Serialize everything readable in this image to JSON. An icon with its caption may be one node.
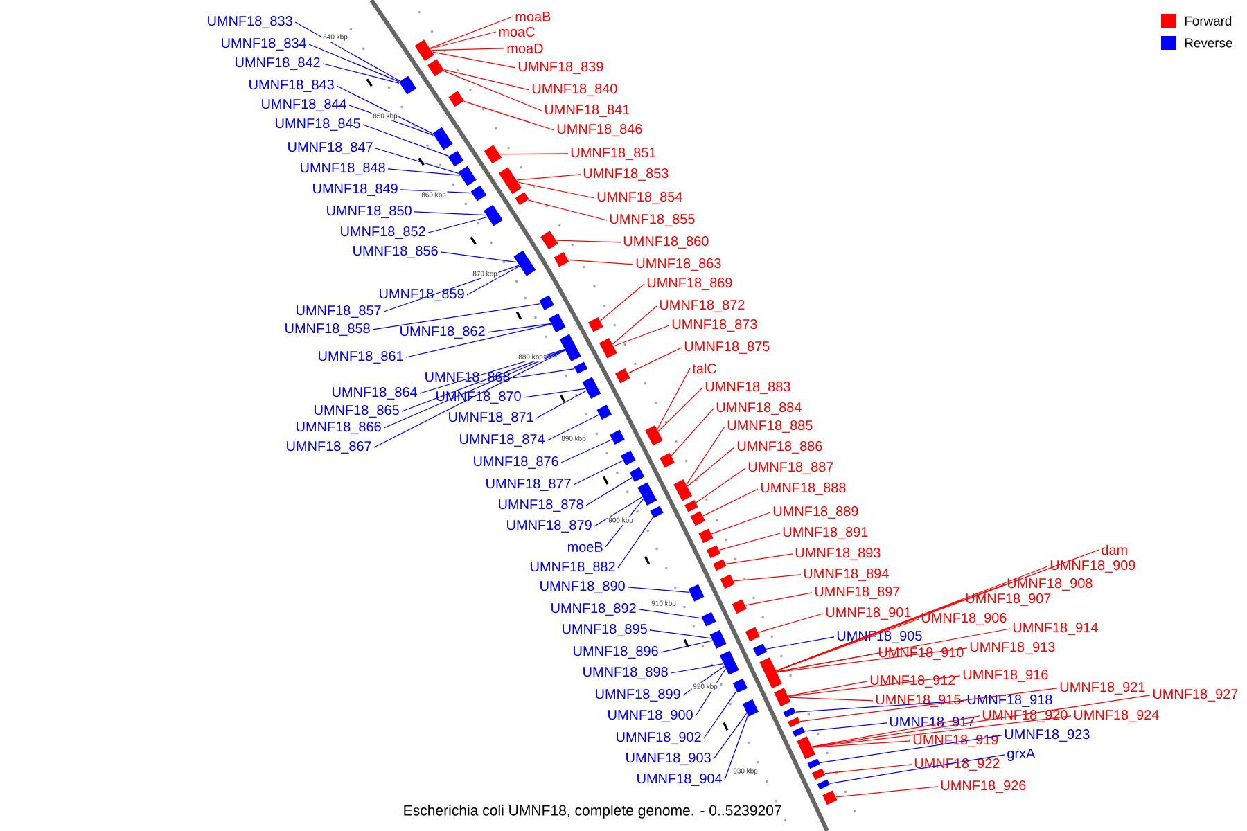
{
  "diagram": {
    "caption": "Escherichia coli UMNF18, complete genome. - 0..5239207",
    "nodes": [
      {
        "text": [
          "UMNF18_833"
        ]
      },
      {
        "text": [
          "UMNF18_834"
        ]
      },
      {
        "text": [
          "UMNF18_842"
        ]
      },
      {
        "text": [
          "UMNF18_843"
        ]
      },
      {
        "text": [
          "UMNF18_844"
        ]
      },
      {
        "text": [
          "UMNF18_845"
        ]
      },
      {
        "text": [
          "UMNF18_847"
        ]
      },
      {
        "text": [
          "UMNF18_848"
        ]
      },
      {
        "text": [
          "UMNF18_849"
        ]
      },
      {
        "text": [
          "UMNF18_850"
        ]
      },
      {
        "text": [
          "UMNF18_852"
        ]
      },
      {
        "text": [
          "UMNF18_856"
        ]
      },
      {
        "text": [
          "UMNF18_859"
        ]
      },
      {
        "text": [
          "UMNF18_857"
        ]
      },
      {
        "text": [
          "UMNF18_858"
        ]
      },
      {
        "text": [
          "UMNF18_862"
        ]
      },
      {
        "text": [
          "UMNF18_861"
        ]
      },
      {
        "text": [
          "UMNF18_868"
        ]
      },
      {
        "text": [
          "UMNF18_864"
        ]
      },
      {
        "text": [
          "UMNF18_870"
        ]
      },
      {
        "text": [
          "UMNF18_865"
        ]
      },
      {
        "text": [
          "UMNF18_866"
        ]
      },
      {
        "text": [
          "UMNF18_867"
        ]
      },
      {
        "text": [
          "UMNF18_871"
        ]
      },
      {
        "text": [
          "UMNF18_874"
        ]
      },
      {
        "text": [
          "UMNF18_876"
        ]
      },
      {
        "text": [
          "UMNF18_877"
        ]
      },
      {
        "text": [
          "UMNF18_878"
        ]
      },
      {
        "text": [
          "UMNF18_879"
        ]
      },
      {
        "text": [
          "moeB"
        ]
      },
      {
        "text": [
          "UMNF18_882"
        ]
      },
      {
        "text": [
          "UMNF18_890"
        ]
      },
      {
        "text": [
          "UMNF18_892"
        ]
      },
      {
        "text": [
          "UMNF18_895"
        ]
      },
      {
        "text": [
          "UMNF18_896"
        ]
      },
      {
        "text": [
          "UMNF18_898"
        ]
      },
      {
        "text": [
          "UMNF18_899"
        ]
      },
      {
        "text": [
          "UMNF18_900"
        ]
      },
      {
        "text": [
          "UMNF18_902"
        ]
      },
      {
        "text": [
          "UMNF18_903"
        ]
      },
      {
        "text": [
          "UMNF18_904"
        ]
      },
      {
        "text": [
          "moaB"
        ]
      },
      {
        "text": [
          "moaC"
        ]
      },
      {
        "text": [
          "moaD"
        ]
      },
      {
        "text": [
          "UMNF18_839"
        ]
      },
      {
        "text": [
          "UMNF18_840"
        ]
      },
      {
        "text": [
          "UMNF18_841"
        ]
      },
      {
        "text": [
          "UMNF18_846"
        ]
      },
      {
        "text": [
          "UMNF18_851"
        ]
      },
      {
        "text": [
          "UMNF18_853"
        ]
      },
      {
        "text": [
          "UMNF18_854"
        ]
      },
      {
        "text": [
          "UMNF18_855"
        ]
      },
      {
        "text": [
          "UMNF18_860"
        ]
      },
      {
        "text": [
          "UMNF18_863"
        ]
      },
      {
        "text": [
          "UMNF18_869"
        ]
      },
      {
        "text": [
          "UMNF18_872"
        ]
      },
      {
        "text": [
          "UMNF18_873"
        ]
      },
      {
        "text": [
          "UMNF18_875"
        ]
      },
      {
        "text": [
          "talC"
        ]
      },
      {
        "text": [
          "UMNF18_883"
        ]
      },
      {
        "text": [
          "UMNF18_884"
        ]
      },
      {
        "text": [
          "UMNF18_885"
        ]
      },
      {
        "text": [
          "UMNF18_886"
        ]
      },
      {
        "text": [
          "UMNF18_887"
        ]
      },
      {
        "text": [
          "UMNF18_888"
        ]
      },
      {
        "text": [
          "UMNF18_889"
        ]
      },
      {
        "text": [
          "UMNF18_891"
        ]
      },
      {
        "text": [
          "UMNF18_893"
        ]
      },
      {
        "text": [
          "UMNF18_894"
        ]
      },
      {
        "text": [
          "UMNF18_897"
        ]
      },
      {
        "text": [
          "UMNF18_901"
        ]
      },
      {
        "text": [
          "UMNF18_905"
        ]
      },
      {
        "text": [
          "dam"
        ]
      },
      {
        "text": [
          "UMNF18_909"
        ]
      },
      {
        "text": [
          "UMNF18_908"
        ]
      },
      {
        "text": [
          "UMNF18_907"
        ]
      },
      {
        "text": [
          "UMNF18_906"
        ]
      },
      {
        "text": [
          "UMNF18_914"
        ]
      },
      {
        "text": [
          "UMNF18_910"
        ]
      },
      {
        "text": [
          "UMNF18_913"
        ]
      },
      {
        "text": [
          "UMNF18_912"
        ]
      },
      {
        "text": [
          "UMNF18_916"
        ]
      },
      {
        "text": [
          "UMNF18_915"
        ]
      },
      {
        "text": [
          "UMNF18_918"
        ]
      },
      {
        "text": [
          "UMNF18_921"
        ]
      },
      {
        "text": [
          "UMNF18_927"
        ]
      },
      {
        "text": [
          "UMNF18_917"
        ]
      },
      {
        "text": [
          "UMNF18_920"
        ]
      },
      {
        "text": [
          "UMNF18_924"
        ]
      },
      {
        "text": [
          "UMNF18_919"
        ]
      },
      {
        "text": [
          "UMNF18_923"
        ]
      },
      {
        "text": [
          "UMNF18_922"
        ]
      },
      {
        "text": [
          "grxA"
        ]
      },
      {
        "text": [
          "UMNF18_926"
        ]
      },
      {
        "text": [],
        "shape": "box"
      },
      {
        "text": [],
        "shape": "box"
      },
      {
        "text": [],
        "shape": "box"
      },
      {
        "text": [],
        "shape": "box"
      },
      {
        "text": [],
        "shape": "box"
      },
      {
        "text": [],
        "shape": "box"
      },
      {
        "text": [],
        "shape": "box"
      },
      {
        "text": [],
        "shape": "box"
      },
      {
        "text": [],
        "shape": "box"
      },
      {
        "text": [],
        "shape": "box"
      },
      {
        "text": [],
        "shape": "box"
      },
      {
        "text": [],
        "shape": "box"
      },
      {
        "text": [],
        "shape": "box"
      },
      {
        "text": [],
        "shape": "box"
      },
      {
        "text": [],
        "shape": "box"
      },
      {
        "text": [],
        "shape": "box"
      },
      {
        "text": [],
        "shape": "box"
      },
      {
        "text": [],
        "shape": "box"
      },
      {
        "text": [],
        "shape": "box"
      },
      {
        "text": [],
        "shape": "box"
      },
      {
        "text": [],
        "shape": "box"
      },
      {
        "text": [],
        "shape": "box"
      },
      {
        "text": [],
        "shape": "box"
      },
      {
        "text": [],
        "shape": "box"
      },
      {
        "text": [],
        "shape": "box"
      },
      {
        "text": [],
        "shape": "box"
      },
      {
        "text": [],
        "shape": "box"
      },
      {
        "text": [],
        "shape": "box"
      },
      {
        "text": [],
        "shape": "box"
      },
      {
        "text": [],
        "shape": "box"
      },
      {
        "text": [],
        "shape": "box"
      },
      {
        "text": [],
        "shape": "box"
      },
      {
        "text": [],
        "shape": "box"
      },
      {
        "text": [],
        "shape": "box"
      },
      {
        "text": [],
        "shape": "box"
      },
      {
        "text": [],
        "shape": "box"
      },
      {
        "text": [],
        "shape": "box"
      },
      {
        "text": [],
        "shape": "box"
      },
      {
        "text": [],
        "shape": "box"
      },
      {
        "text": [],
        "shape": "box"
      },
      {
        "text": [],
        "shape": "box"
      },
      {
        "text": [],
        "shape": "box"
      },
      {
        "text": [],
        "shape": "box"
      },
      {
        "text": [],
        "shape": "box"
      },
      {
        "text": [],
        "shape": "box"
      },
      {
        "text": [],
        "shape": "box"
      },
      {
        "text": [],
        "shape": "box"
      },
      {
        "text": [],
        "shape": "box"
      },
      {
        "text": [],
        "shape": "box"
      },
      {
        "text": [],
        "shape": "box"
      },
      {
        "text": [],
        "shape": "box"
      },
      {
        "text": [],
        "shape": "box"
      },
      {
        "text": [],
        "shape": "box"
      },
      {
        "text": [],
        "shape": "box"
      },
      {
        "text": [],
        "shape": "box"
      },
      {
        "text": [],
        "shape": "box"
      },
      {
        "text": [],
        "shape": "box"
      }
    ],
    "edges": [
      {
        "from": 0,
        "to": 94,
        "arrow": "none",
        "color": "#0000ff"
      },
      {
        "from": 1,
        "to": 94,
        "arrow": "none",
        "color": "#0000ff"
      },
      {
        "from": 2,
        "to": 94,
        "arrow": "none",
        "color": "#0000ff"
      },
      {
        "from": 3,
        "to": 95,
        "arrow": "none",
        "color": "#0000ff"
      },
      {
        "from": 4,
        "to": 95,
        "arrow": "none",
        "color": "#0000ff"
      },
      {
        "from": 5,
        "to": 96,
        "arrow": "none",
        "color": "#0000ff"
      },
      {
        "from": 6,
        "to": 97,
        "arrow": "none",
        "color": "#0000ff"
      },
      {
        "from": 7,
        "to": 97,
        "arrow": "none",
        "color": "#0000ff"
      },
      {
        "from": 8,
        "to": 98,
        "arrow": "none",
        "color": "#0000ff"
      },
      {
        "from": 9,
        "to": 99,
        "arrow": "none",
        "color": "#0000ff"
      },
      {
        "from": 10,
        "to": 99,
        "arrow": "none",
        "color": "#0000ff"
      },
      {
        "from": 11,
        "to": 100,
        "arrow": "none",
        "color": "#0000ff"
      },
      {
        "from": 12,
        "to": 100,
        "arrow": "none",
        "color": "#0000ff"
      },
      {
        "from": 13,
        "to": 100,
        "arrow": "none",
        "color": "#0000ff"
      },
      {
        "from": 14,
        "to": 101,
        "arrow": "none",
        "color": "#0000ff"
      },
      {
        "from": 15,
        "to": 102,
        "arrow": "none",
        "color": "#0000ff"
      },
      {
        "from": 16,
        "to": 102,
        "arrow": "none",
        "color": "#0000ff"
      },
      {
        "from": 17,
        "to": 104,
        "arrow": "none",
        "color": "#0000ff"
      },
      {
        "from": 18,
        "to": 103,
        "arrow": "none",
        "color": "#0000ff"
      },
      {
        "from": 19,
        "to": 105,
        "arrow": "none",
        "color": "#0000ff"
      },
      {
        "from": 20,
        "to": 103,
        "arrow": "none",
        "color": "#0000ff"
      },
      {
        "from": 21,
        "to": 103,
        "arrow": "none",
        "color": "#0000ff"
      },
      {
        "from": 22,
        "to": 103,
        "arrow": "none",
        "color": "#0000ff"
      },
      {
        "from": 23,
        "to": 105,
        "arrow": "none",
        "color": "#0000ff"
      },
      {
        "from": 24,
        "to": 106,
        "arrow": "none",
        "color": "#0000ff"
      },
      {
        "from": 25,
        "to": 107,
        "arrow": "none",
        "color": "#0000ff"
      },
      {
        "from": 26,
        "to": 108,
        "arrow": "none",
        "color": "#0000ff"
      },
      {
        "from": 27,
        "to": 109,
        "arrow": "none",
        "color": "#0000ff"
      },
      {
        "from": 28,
        "to": 110,
        "arrow": "none",
        "color": "#0000ff"
      },
      {
        "from": 29,
        "to": 110,
        "arrow": "none",
        "color": "#0000ff"
      },
      {
        "from": 30,
        "to": 111,
        "arrow": "none",
        "color": "#0000ff"
      },
      {
        "from": 31,
        "to": 112,
        "arrow": "none",
        "color": "#0000ff"
      },
      {
        "from": 32,
        "to": 113,
        "arrow": "none",
        "color": "#0000ff"
      },
      {
        "from": 33,
        "to": 114,
        "arrow": "none",
        "color": "#0000ff"
      },
      {
        "from": 34,
        "to": 114,
        "arrow": "none",
        "color": "#0000ff"
      },
      {
        "from": 35,
        "to": 115,
        "arrow": "none",
        "color": "#0000ff"
      },
      {
        "from": 36,
        "to": 115,
        "arrow": "none",
        "color": "#0000ff"
      },
      {
        "from": 37,
        "to": 115,
        "arrow": "none",
        "color": "#0000ff"
      },
      {
        "from": 38,
        "to": 116,
        "arrow": "none",
        "color": "#0000ff"
      },
      {
        "from": 39,
        "to": 117,
        "arrow": "none",
        "color": "#0000ff"
      },
      {
        "from": 40,
        "to": 117,
        "arrow": "none",
        "color": "#0000ff"
      },
      {
        "from": 41,
        "to": 118,
        "arrow": "none"
      },
      {
        "from": 42,
        "to": 118,
        "arrow": "none"
      },
      {
        "from": 43,
        "to": 118,
        "arrow": "none"
      },
      {
        "from": 44,
        "to": 118,
        "arrow": "none"
      },
      {
        "from": 45,
        "to": 119,
        "arrow": "none"
      },
      {
        "from": 46,
        "to": 119,
        "arrow": "none"
      },
      {
        "from": 47,
        "to": 120,
        "arrow": "none"
      },
      {
        "from": 48,
        "to": 121,
        "arrow": "none"
      },
      {
        "from": 49,
        "to": 122,
        "arrow": "none"
      },
      {
        "from": 50,
        "to": 122,
        "arrow": "none"
      },
      {
        "from": 51,
        "to": 123,
        "arrow": "none"
      },
      {
        "from": 52,
        "to": 124,
        "arrow": "none"
      },
      {
        "from": 53,
        "to": 125,
        "arrow": "none"
      },
      {
        "from": 54,
        "to": 126,
        "arrow": "none"
      },
      {
        "from": 55,
        "to": 127,
        "arrow": "none"
      },
      {
        "from": 56,
        "to": 127,
        "arrow": "none"
      },
      {
        "from": 57,
        "to": 128,
        "arrow": "none"
      },
      {
        "from": 58,
        "to": 129,
        "arrow": "none"
      },
      {
        "from": 59,
        "to": 129,
        "arrow": "none"
      },
      {
        "from": 60,
        "to": 130,
        "arrow": "none"
      },
      {
        "from": 61,
        "to": 131,
        "arrow": "none"
      },
      {
        "from": 62,
        "to": 131,
        "arrow": "none"
      },
      {
        "from": 63,
        "to": 132,
        "arrow": "none"
      },
      {
        "from": 64,
        "to": 133,
        "arrow": "none"
      },
      {
        "from": 65,
        "to": 134,
        "arrow": "none"
      },
      {
        "from": 66,
        "to": 135,
        "arrow": "none"
      },
      {
        "from": 67,
        "to": 136,
        "arrow": "none"
      },
      {
        "from": 68,
        "to": 137,
        "arrow": "none"
      },
      {
        "from": 69,
        "to": 138,
        "arrow": "none"
      },
      {
        "from": 70,
        "to": 139,
        "arrow": "none"
      },
      {
        "from": 71,
        "to": 140,
        "arrow": "none",
        "color": "#0000ff"
      },
      {
        "from": 72,
        "to": 141,
        "arrow": "none"
      },
      {
        "from": 73,
        "to": 141,
        "arrow": "none"
      },
      {
        "from": 74,
        "to": 141,
        "arrow": "none"
      },
      {
        "from": 75,
        "to": 141,
        "arrow": "none"
      },
      {
        "from": 76,
        "to": 141,
        "arrow": "none"
      },
      {
        "from": 77,
        "to": 141,
        "arrow": "none"
      },
      {
        "from": 78,
        "to": 141,
        "arrow": "none"
      },
      {
        "from": 79,
        "to": 141,
        "arrow": "none"
      },
      {
        "from": 80,
        "to": 142,
        "arrow": "none"
      },
      {
        "from": 81,
        "to": 142,
        "arrow": "none"
      },
      {
        "from": 82,
        "to": 142,
        "arrow": "none"
      },
      {
        "from": 83,
        "to": 143,
        "arrow": "none",
        "color": "#0000ff"
      },
      {
        "from": 84,
        "to": 144,
        "arrow": "none"
      },
      {
        "from": 85,
        "to": 146,
        "arrow": "none"
      },
      {
        "from": 86,
        "to": 145,
        "arrow": "none",
        "color": "#0000ff"
      },
      {
        "from": 87,
        "to": 146,
        "arrow": "none"
      },
      {
        "from": 88,
        "to": 146,
        "arrow": "none"
      },
      {
        "from": 89,
        "to": 146,
        "arrow": "none"
      },
      {
        "from": 90,
        "to": 147,
        "arrow": "none",
        "color": "#0000ff"
      },
      {
        "from": 91,
        "to": 148,
        "arrow": "none"
      },
      {
        "from": 92,
        "to": 149,
        "arrow": "none",
        "color": "#0000ff"
      },
      {
        "from": 93,
        "to": 150,
        "arrow": "none"
      }
    ],
    "labels": [
      "840 kbp",
      "850 kbp",
      "860 kbp",
      "870 kbp",
      "880 kbp",
      "890 kbp",
      "900 kbp",
      "910 kbp",
      "920 kbp",
      "930 kbp"
    ],
    "legend": [
      {
        "text": "Forward",
        "color": "#ff0000"
      },
      {
        "text": "Reverse",
        "color": "#0000ff"
      }
    ]
  }
}
